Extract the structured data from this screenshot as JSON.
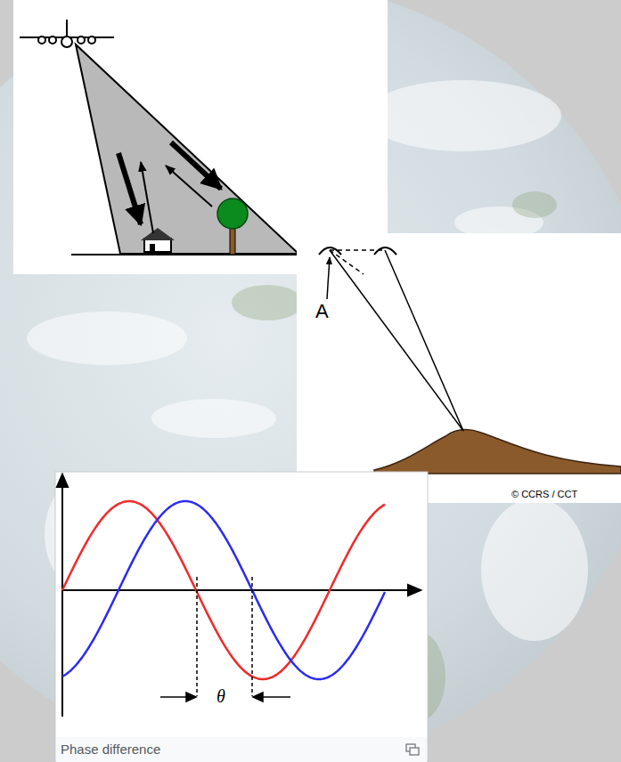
{
  "diagram": {
    "labels": [
      "A",
      "© CCRS / CCT",
      "θ",
      "Phase difference"
    ]
  }
}
